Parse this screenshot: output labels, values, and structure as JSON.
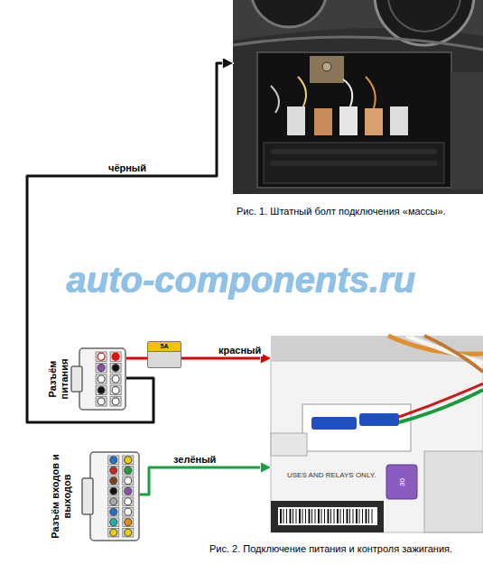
{
  "diagram": {
    "nodes": [
      {
        "text": [
          "Рис. 1. Штатный болт подключения «массы»."
        ]
      },
      {
        "text": [
          "Разъём питания"
        ]
      },
      {
        "text": [
          "5A"
        ]
      },
      {
        "text": [
          "Рис. 2. Подключение питания и контроля зажигания."
        ]
      },
      {
        "text": [
          "Разъём входов и выходов"
        ]
      }
    ],
    "edges": [
      {
        "from": 1,
        "to": 0,
        "label": "чёрный",
        "arrow": "to"
      },
      {
        "from": 1,
        "to": 2,
        "arrow": "none"
      },
      {
        "from": 2,
        "to": 3,
        "label": "красный",
        "arrow": "to"
      },
      {
        "from": 4,
        "to": 3,
        "label": "зелёный",
        "arrow": "to"
      }
    ],
    "labels": [
      "auto-components.ru",
      "USES AND RELAYS ONLY.",
      "30"
    ]
  }
}
